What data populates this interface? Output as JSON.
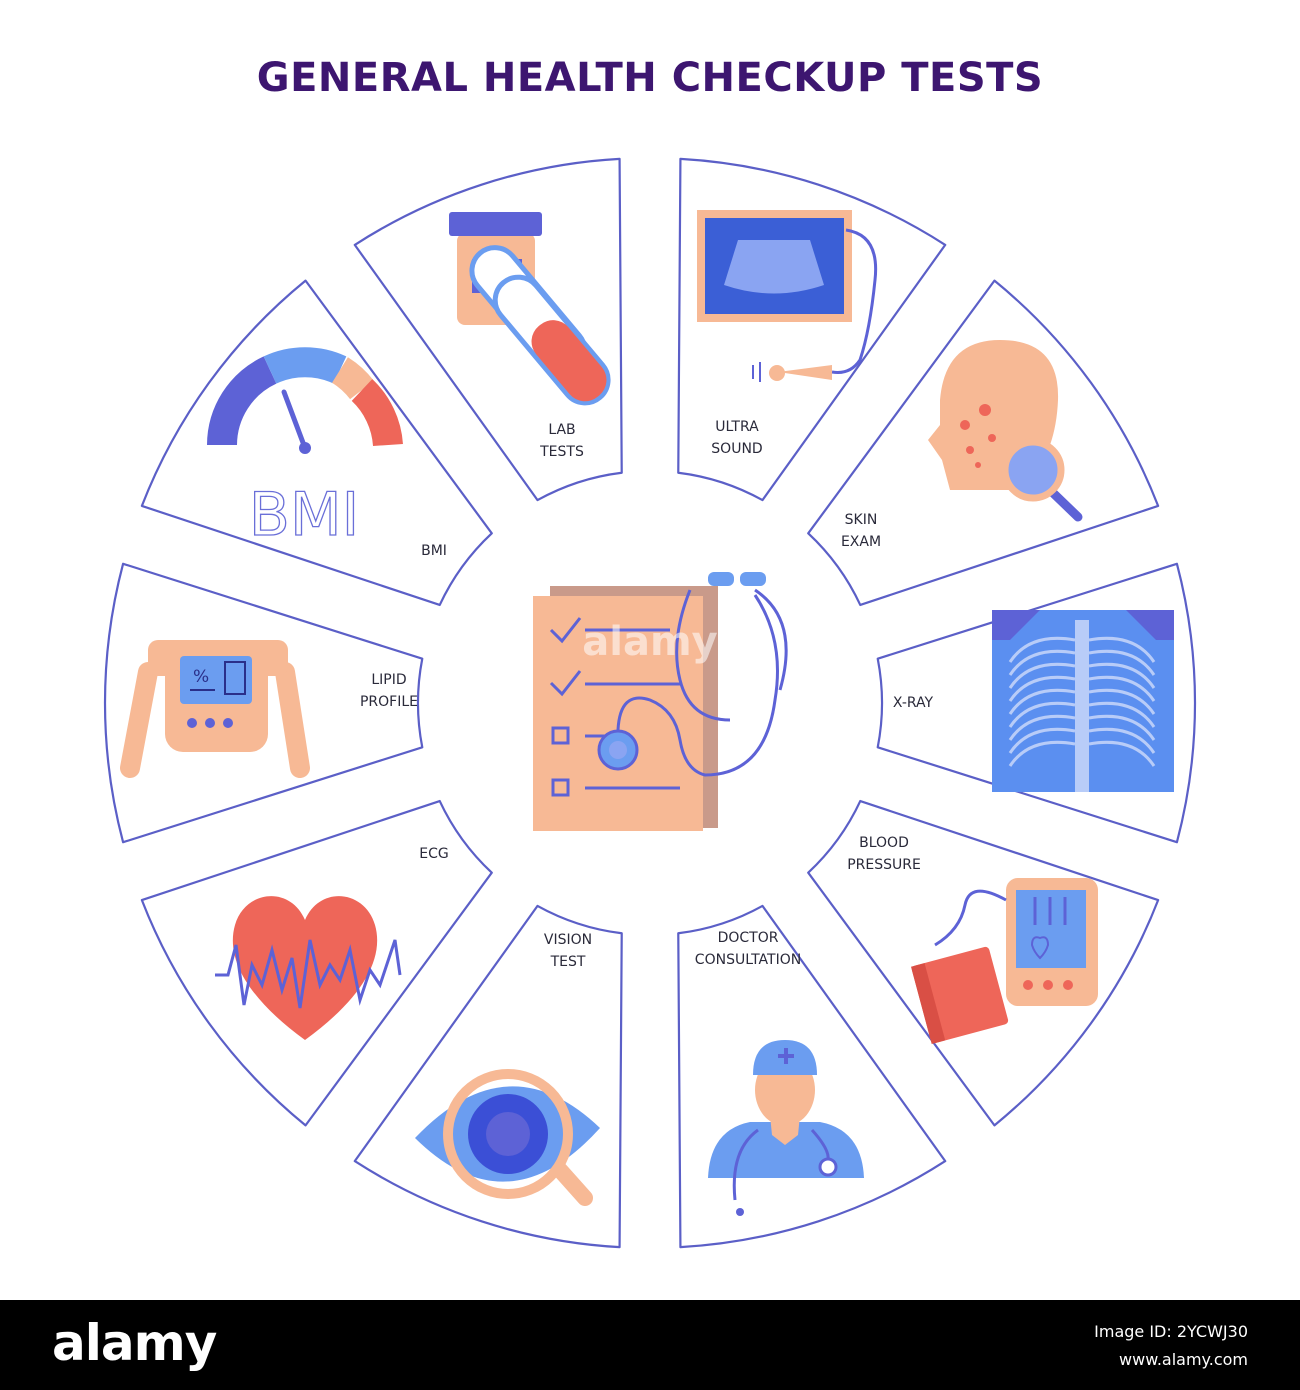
{
  "title": "GENERAL HEALTH CHECKUP TESTS",
  "segments": [
    {
      "id": "lab-tests",
      "label_lines": [
        "LAB",
        "TESTS"
      ]
    },
    {
      "id": "ultrasound",
      "label_lines": [
        "ULTRA",
        "SOUND"
      ]
    },
    {
      "id": "skin-exam",
      "label_lines": [
        "SKIN",
        "EXAM"
      ]
    },
    {
      "id": "x-ray",
      "label_lines": [
        "X-RAY"
      ]
    },
    {
      "id": "blood-pressure",
      "label_lines": [
        "BLOOD",
        "PRESSURE"
      ]
    },
    {
      "id": "doctor-consultation",
      "label_lines": [
        "DOCTOR",
        "CONSULTATION"
      ]
    },
    {
      "id": "vision-test",
      "label_lines": [
        "VISION",
        "TEST"
      ]
    },
    {
      "id": "ecg",
      "label_lines": [
        "ECG"
      ]
    },
    {
      "id": "lipid-profile",
      "label_lines": [
        "LIPID",
        "PROFILE"
      ]
    },
    {
      "id": "bmi",
      "label_lines": [
        "BMI"
      ]
    }
  ],
  "bmi_icon_text": "BMI",
  "watermark": "alamy",
  "footer": {
    "brand": "alamy",
    "image_id": "Image ID: 2YCWJ30",
    "site": "www.alamy.com"
  },
  "colors": {
    "title": "#3d1670",
    "outline": "#5b5fc7",
    "peach": "#f7b995",
    "blue": "#5d62d6",
    "light_blue": "#6b9df0",
    "red": "#ee6659"
  }
}
